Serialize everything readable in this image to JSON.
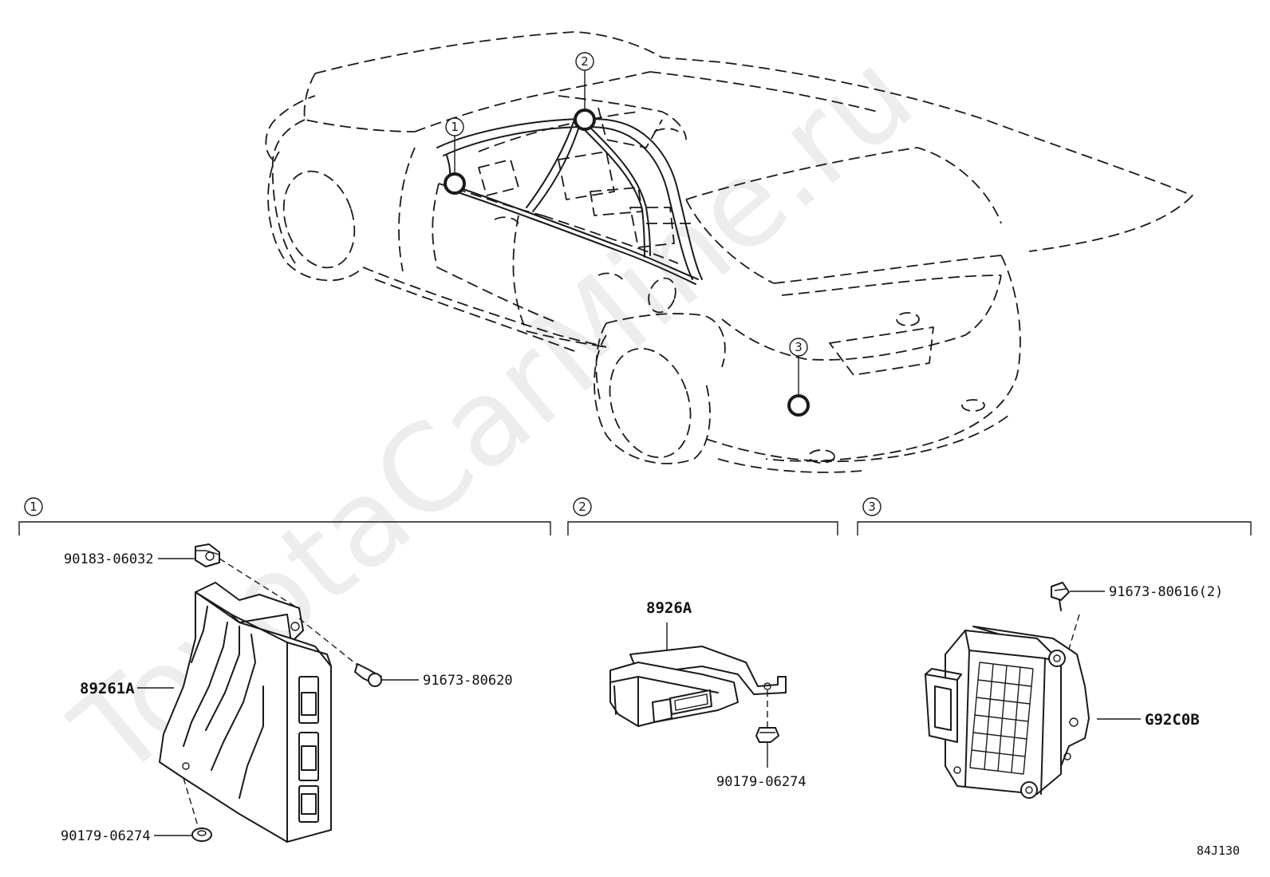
{
  "watermark": "ToyotaCarMine.ru",
  "callouts": [
    "1",
    "2",
    "3"
  ],
  "sections": [
    {
      "number": "1"
    },
    {
      "number": "2"
    },
    {
      "number": "3"
    }
  ],
  "parts": {
    "p90183": "90183-06032",
    "p89261A": "89261A",
    "p91673_80620": "91673-80620",
    "p90179_a": "90179-06274",
    "p8926A": "8926A",
    "p90179_b": "90179-06274",
    "p91673_80616": "91673-80616(2)",
    "pG92C0B": "G92C0B"
  },
  "diagram_code": "84J130"
}
